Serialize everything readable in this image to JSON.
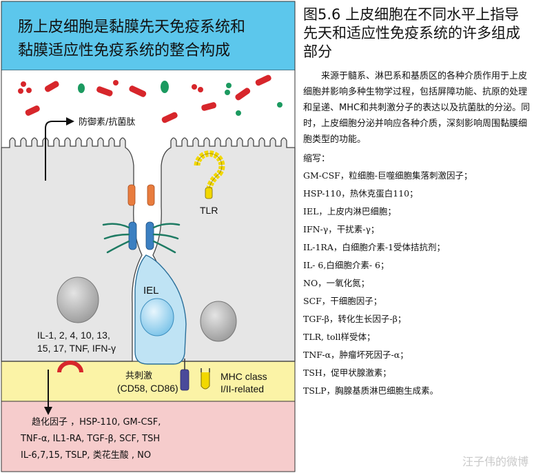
{
  "header": {
    "line1": "肠上皮细胞是黏膜先天免疫系统和",
    "line2": "黏膜适应性免疫系统的整合构成"
  },
  "labels": {
    "defensin": "防御素/抗菌肽",
    "tlr": "TLR",
    "iel": "IEL",
    "cytokines_cell_1": "IL-1, 2, 4, 10, 13,",
    "cytokines_cell_2": "15, 17, TNF, IFN-γ",
    "costim_1": "共刺激",
    "costim_2": "(CD58, CD86)",
    "mhc_1": "MHC class",
    "mhc_2": "I/II-related",
    "bottom_1": "趋化因子 ，HSP-110, GM-CSF,",
    "bottom_2": "TNF-α, IL1-RA, TGF-β, SCF, TSH",
    "bottom_3": "IL-6,7,15, TSLP,  类花生酸  , NO"
  },
  "colors": {
    "header_bg": "#5cc7ec",
    "lumen_bg": "#ffffff",
    "cell_fill": "#e6e6e6",
    "yellow_band": "#fbf3a6",
    "pink_band": "#f6cccc",
    "iel_fill": "#bfe3f4",
    "bacteria_red": "#d7262b",
    "bacteria_green": "#1c9a60"
  },
  "right_panel": {
    "title": "图5.6  上皮细胞在不同水平上指导先天和适应性免疫系统的许多组成部分",
    "description": "来源于髓系、淋巴系和基质区的各种介质作用于上皮细胞并影响多种生物学过程，包括屏障功能、抗原的处理和呈递、MHC和共刺激分子的表达以及抗菌肽的分泌。同时，上皮细胞分泌并响应各种介质，深刻影响周围黏膜细胞类型的功能。",
    "abbr_heading": "缩写：",
    "abbreviations": [
      "GM-CSF，粒细胞-巨噬细胞集落刺激因子；",
      "HSP-110，热休克蛋白110；",
      "IEL，上皮内淋巴细胞；",
      "IFN-γ，干扰素-γ；",
      "IL-1RA，白细胞介素-1受体拮抗剂；",
      "IL- 6,白细胞介素- 6；",
      "NO，一氧化氮；",
      "SCF，干细胞因子；",
      "TGF-β，转化生长因子-β；",
      "TLR, toll样受体；",
      "TNF-α，肿瘤坏死因子-α；",
      " TSH，促甲状腺激素；",
      "TSLP，胸腺基质淋巴细胞生成素。"
    ]
  },
  "watermark": "汪子伟的微博"
}
